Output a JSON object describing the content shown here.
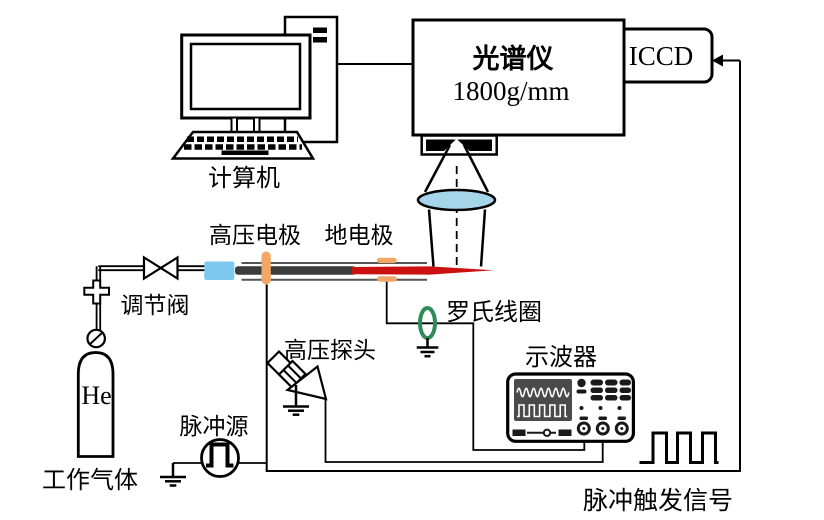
{
  "diagram": {
    "type": "plasma-jet-spectroscopy-experimental-setup",
    "components": {
      "computer": {
        "label": "计算机"
      },
      "spectrometer": {
        "label": "光谱仪",
        "grating": "1800g/mm"
      },
      "camera": {
        "label": "ICCD"
      },
      "electrodes": {
        "high_voltage": "高压电极",
        "ground": "地电极"
      },
      "regulating_valve": {
        "label": "调节阀"
      },
      "gas_cylinder": {
        "content": "He",
        "label": "工作气体"
      },
      "pulse_source": {
        "label": "脉冲源"
      },
      "hv_probe": {
        "label": "高压探头"
      },
      "rogowski_coil": {
        "label": "罗氏线圈"
      },
      "oscilloscope": {
        "label": "示波器"
      },
      "trigger": {
        "label": "脉冲触发信号"
      }
    },
    "colors": {
      "plasma_red": "#cc1111",
      "electrode_orange": "#f2a766",
      "lens_blue": "#a5d5e8",
      "inlet_blue": "#7cc8ee",
      "coil_green": "#2e8b57",
      "dark_electrode": "#3c3c3c",
      "tube_gray": "#555555",
      "screen_gray": "#4a4a4a"
    }
  }
}
